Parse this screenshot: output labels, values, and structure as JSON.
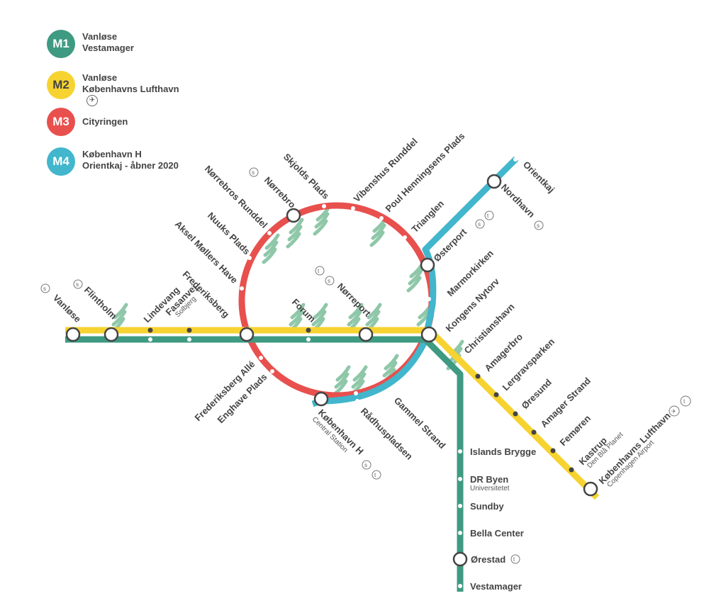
{
  "colors": {
    "m1": "#3f9a82",
    "m2": "#f6d330",
    "m3": "#e8504e",
    "m4": "#41b6cc",
    "text": "#444444",
    "tree": "#8fc7a9"
  },
  "legend": [
    {
      "badge": "M1",
      "line1": "Vanløse",
      "line2": "Vestamager",
      "color": "#3f9a82",
      "badge_text_color": "#ffffff",
      "airport_icon": false
    },
    {
      "badge": "M2",
      "line1": "Vanløse",
      "line2": "Københavns Lufthavn",
      "color": "#f6d330",
      "badge_text_color": "#444444",
      "airport_icon": true
    },
    {
      "badge": "M3",
      "line1": "Cityringen",
      "line2": "",
      "color": "#e8504e",
      "badge_text_color": "#ffffff",
      "airport_icon": false
    },
    {
      "badge": "M4",
      "line1": "København H",
      "line2": "Orientkaj - åbner 2020",
      "color": "#41b6cc",
      "badge_text_color": "#ffffff",
      "airport_icon": false
    }
  ],
  "icons": {
    "airport": "airplane-icon",
    "train": "s-train-icon",
    "regional": "train-icon"
  },
  "stations": {
    "vanlose": "Vanløse",
    "flintholm": "Flintholm",
    "lindevang": "Lindevang",
    "fasanvej": "Fasanvej",
    "fasanvej_sub": "Solbjerg",
    "frederiksberg": "Frederiksberg",
    "aksel": "Aksel Møllers Have",
    "nuuks": "Nuuks Plads",
    "norrebros_runddel": "Nørrebros Runddel",
    "norrebro": "Nørrebro",
    "skjolds": "Skjolds Plads",
    "vibenshus": "Vibenshus Runddel",
    "poul": "Poul Henningsens Plads",
    "trianglen": "Trianglen",
    "osterport": "Østerport",
    "marmorkirken": "Marmorkirken",
    "kongens": "Kongens Nytorv",
    "forum": "Forum",
    "norreport": "Nørreport",
    "christianshavn": "Christianshavn",
    "amagerbro": "Amagerbro",
    "lergravsparken": "Lergravsparken",
    "oresund": "Øresund",
    "amager_strand": "Amager Strand",
    "femoren": "Femøren",
    "kastrup": "Kastrup",
    "kastrup_sub": "Den Blå Planet",
    "lufthavn": "Københavns Lufthavn",
    "lufthavn_sub": "Copenhagen Airport",
    "orientkaj": "Orientkaj",
    "nordhavn": "Nordhavn",
    "frb_alle": "Frederiksberg Allé",
    "enghave": "Enghave Plads",
    "kbh_h": "København H",
    "kbh_h_sub": "Central Station",
    "radhus": "Rådhuspladsen",
    "gammel": "Gammel Strand",
    "islands": "Islands Brygge",
    "dr_byen": "DR Byen",
    "dr_byen_sub": "Universitetet",
    "sundby": "Sundby",
    "bella": "Bella Center",
    "orestad": "Ørestad",
    "vestamager": "Vestamager"
  }
}
